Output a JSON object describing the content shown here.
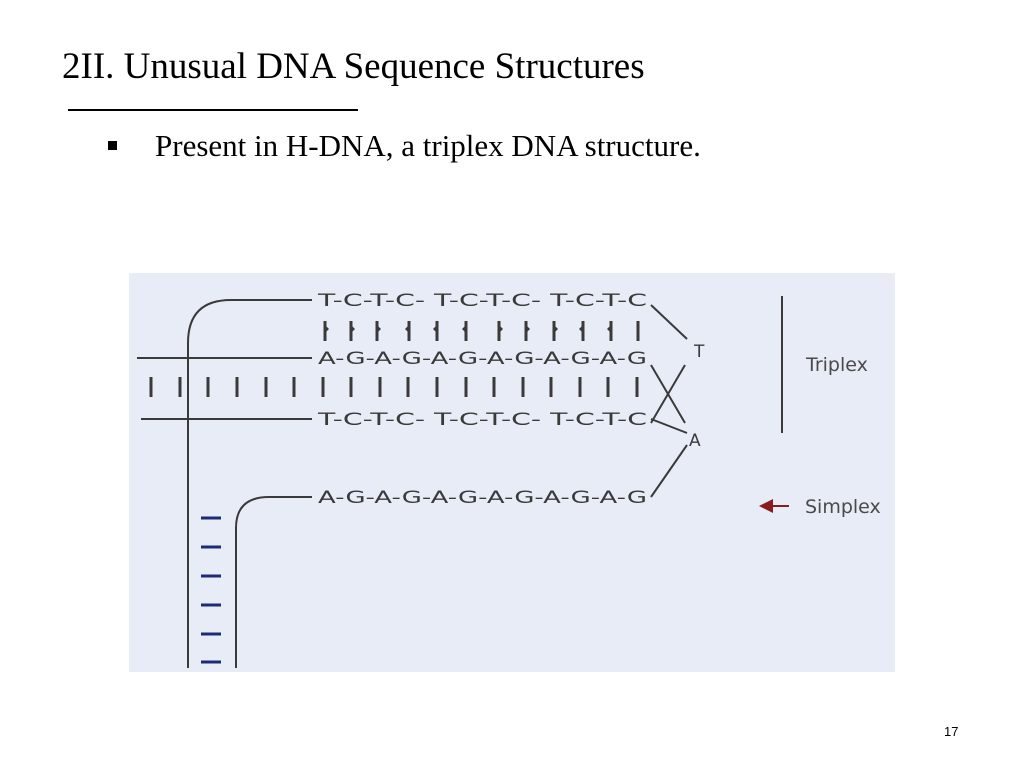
{
  "slide": {
    "title": "2II. Unusual DNA Sequence Structures",
    "bullet": "Present in H-DNA, a triplex DNA structure.",
    "page_number": "17"
  },
  "diagram": {
    "strands": {
      "third_strand": "T-C-T-C- T-C-T-C- T-C-T-C",
      "purine_strand": "A-G-A-G-A-G-A-G-A-G-A-G",
      "pyrimidine_strand": "T-C-T-C- T-C-T-C- T-C-T-C",
      "single_strand": "A-G-A-G-A-G-A-G-A-G-A-G"
    },
    "loop_labels": {
      "top": "T",
      "bottom": "A"
    },
    "labels": {
      "triplex": "Triplex",
      "simplex": "Simplex"
    },
    "colors": {
      "background": "#e8ecf7",
      "line": "#3a3a3a",
      "single_strand_ticks": "#1e2a78",
      "arrow": "#8b1c1c"
    },
    "icons": {
      "simplex_pointer": "arrow-left-icon"
    }
  }
}
